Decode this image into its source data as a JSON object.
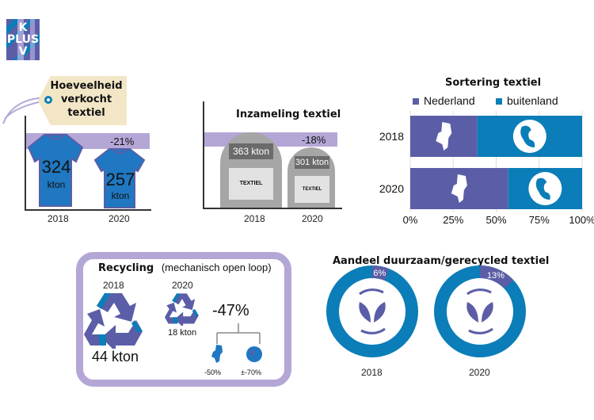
{
  "logo": {
    "line1": "K",
    "line2": "PLUS",
    "line3": "V"
  },
  "colors": {
    "purple": "#5b5ea6",
    "blue": "#0b7db8",
    "lavender": "#b4a7d6",
    "tag": "#f2e6c6",
    "grey": "#a6a6a6",
    "dark_grey": "#6b6b6b"
  },
  "sold": {
    "title_lines": [
      "Hoeveelheid",
      "verkocht",
      "textiel"
    ],
    "change": "-21%",
    "items": [
      {
        "year": "2018",
        "value": "324",
        "unit": "kton"
      },
      {
        "year": "2020",
        "value": "257",
        "unit": "kton"
      }
    ]
  },
  "collection": {
    "title": "Inzameling textiel",
    "change": "-18%",
    "bin_label": "TEXTIEL",
    "items": [
      {
        "year": "2018",
        "value": "363 kton"
      },
      {
        "year": "2020",
        "value": "301 kton"
      }
    ]
  },
  "recycling": {
    "title": "Recycling",
    "subtitle": "(mechanisch open loop)",
    "items": [
      {
        "year": "2018",
        "value": "44 kton"
      },
      {
        "year": "2020",
        "value": "18 kton"
      }
    ],
    "change": "-47%",
    "breakdown": [
      {
        "label": "-50%",
        "icon": "netherlands-icon"
      },
      {
        "label": "±-70%",
        "icon": "globe-icon"
      }
    ]
  },
  "chart_data": [
    {
      "type": "bar",
      "orientation": "horizontal-stacked",
      "title": "Sortering textiel",
      "categories": [
        "2018",
        "2020"
      ],
      "series": [
        {
          "name": "Nederland",
          "color": "#5b5ea6",
          "values": [
            39,
            57
          ]
        },
        {
          "name": "buitenland",
          "color": "#0b7db8",
          "values": [
            61,
            43
          ]
        }
      ],
      "xlim": [
        0,
        100
      ],
      "xticks": [
        "0%",
        "25%",
        "50%",
        "75%",
        "100%"
      ],
      "legend": "top",
      "grid": true
    },
    {
      "type": "pie",
      "title": "Aandeel duurzaam/gerecycled textiel",
      "charts": [
        {
          "year": "2018",
          "share": 6,
          "label": "6%"
        },
        {
          "year": "2020",
          "share": 13,
          "label": "13%"
        }
      ]
    }
  ]
}
